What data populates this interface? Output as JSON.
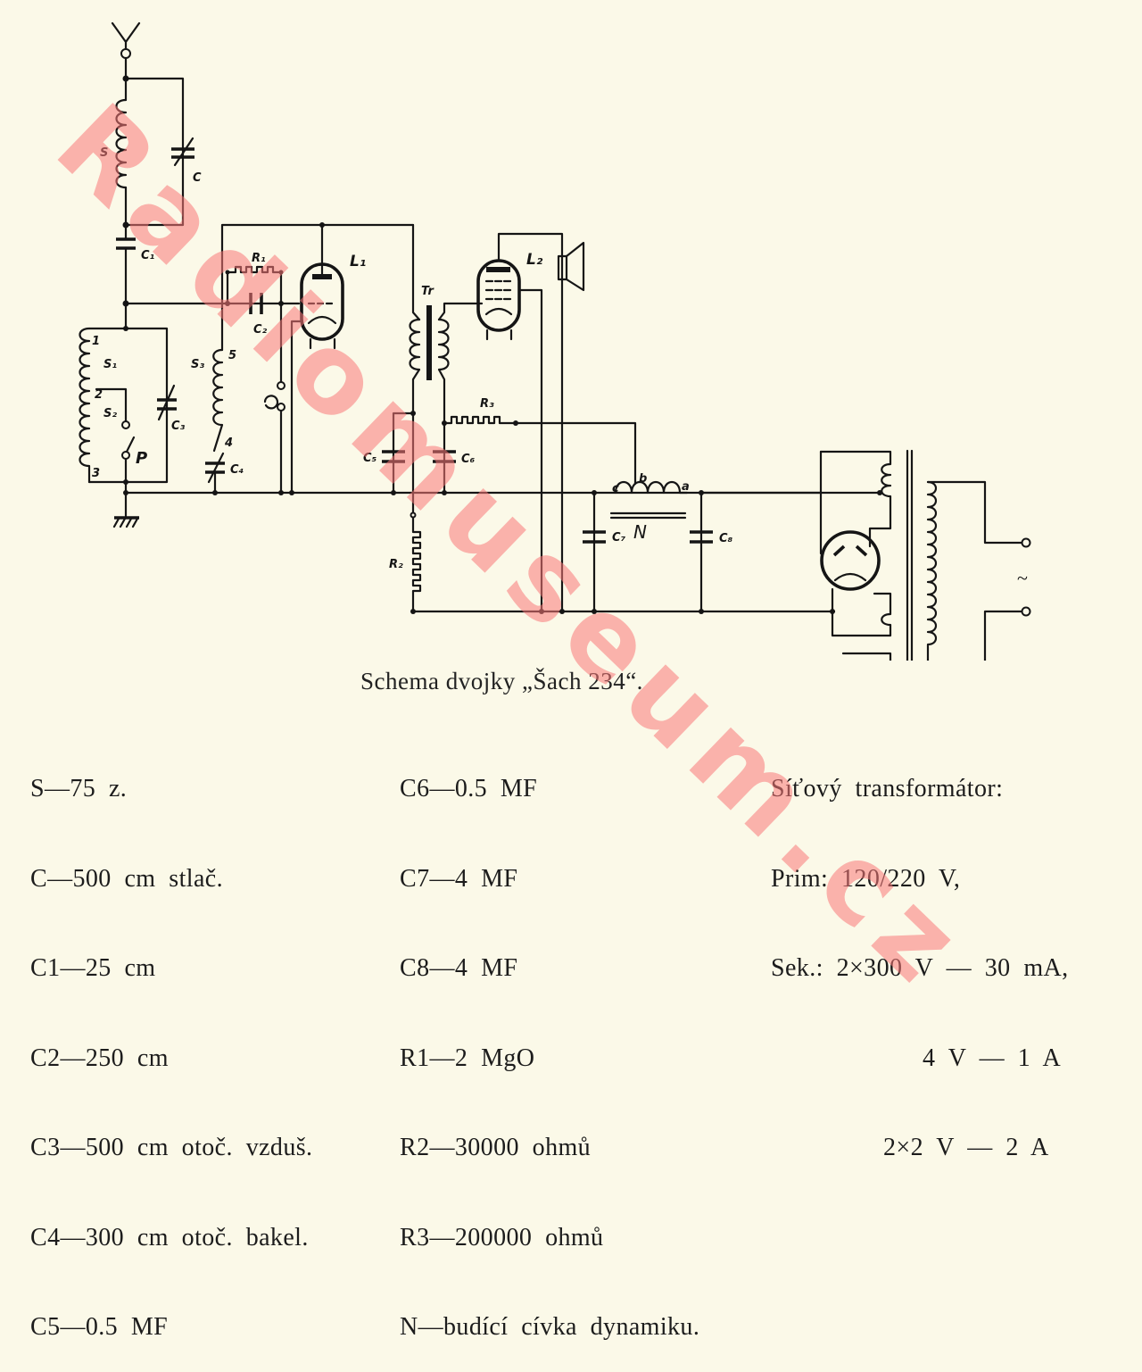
{
  "diagram": {
    "title": "Schema dvojky „Šach 234“.",
    "watermark": "Radiomuseum.cz",
    "colors": {
      "paper": "#fbf9e8",
      "ink": "#151515",
      "watermark": "#fa7878"
    },
    "component_labels": {
      "S": "S",
      "C": "C",
      "C1": "C₁",
      "C2": "C₂",
      "C3": "C₃",
      "C4": "C₄",
      "C5": "C₅",
      "C6": "C₆",
      "C7": "C₇",
      "C8": "C₈",
      "R1": "R₁",
      "R2": "R₂",
      "R3": "R₃",
      "S1": "S₁",
      "S2": "S₂",
      "S3": "S₃",
      "P": "P",
      "L1": "L₁",
      "L2": "L₂",
      "Tr": "Tr",
      "N": "N",
      "coil_taps": [
        "1",
        "2",
        "3",
        "4",
        "5"
      ],
      "choke_taps": [
        "c",
        "b",
        "a"
      ],
      "mains_symbol": "~"
    }
  },
  "legend": {
    "left": [
      "S—75  z.",
      "C—500  cm  stlač.",
      "C1—25  cm",
      "C2—250  cm",
      "C3—500  cm  otoč.  vzduš.",
      "C4—300  cm  otoč.  bakel.",
      "C5—0.5  MF"
    ],
    "middle": [
      "C6—0.5  MF",
      "C7—4  MF",
      "C8—4  MF",
      "R1—2  MgO",
      "R2—30000  ohmů",
      "R3—200000  ohmů",
      "N—budící  cívka  dynamiku."
    ],
    "right": {
      "heading": "Síťový  transformátor:",
      "primary": "Prim:  120/220  V,",
      "secondary": "Sek.:  2×300  V  —  30  mA,",
      "secondary_2": "4  V  —  1  A",
      "secondary_3": "2×2  V  —  2  A"
    }
  }
}
